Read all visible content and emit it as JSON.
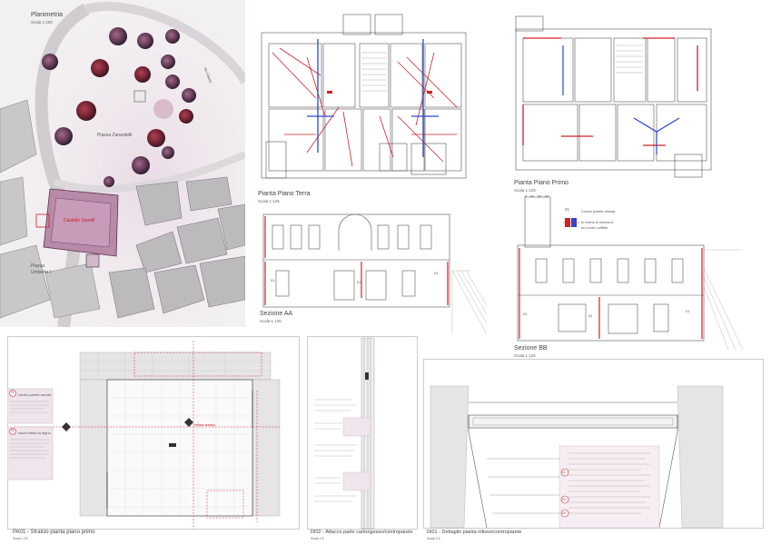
{
  "site_plan": {
    "title": "Planimetria",
    "scale": "Scala 1:200",
    "labels": {
      "square_main": "Piazza Zanardelli",
      "castle": "Castello Savelli",
      "square_2_line1": "Piazza",
      "square_2_line2": "Umberto I",
      "street": "via Liberta"
    }
  },
  "ground_floor": {
    "title": "Pianta Piano Terra",
    "scale": "Scala 1:125"
  },
  "first_floor": {
    "title": "Pianta Piano Primo",
    "scale": "Scala 1:125"
  },
  "legend": {
    "item1_code": "01",
    "item1_text": "Contro parete areata",
    "item2_text_line1": "In forma di chiodo a",
    "item2_text_line2": "su contro soffitto"
  },
  "section_aa": {
    "title": "Sezione AA",
    "scale": "Scala 1:125",
    "tags": [
      "01",
      "01",
      "01"
    ]
  },
  "section_bb": {
    "title": "Sezione BB",
    "scale": "Scala 1:125",
    "tags": [
      "01",
      "01",
      "01"
    ]
  },
  "detail_pa01": {
    "title": "PA01 - Stralcio pianta piano primo",
    "scale": "Scala 1:25",
    "note1_code": "01",
    "note1_title": "contro parete areata",
    "note2_code": "02",
    "note2_title": "suoni infissi in legno",
    "center_label": "Infissi areata"
  },
  "detail_di02": {
    "title": "DI02 - Attacco parte cartongesso/controparete",
    "scale": "Scala 1:5"
  },
  "detail_di01": {
    "title": "DI01 - Dettaglio pianta infisso/controparete",
    "scale": "Scala 1:5",
    "tags": [
      "01",
      "02",
      "03"
    ]
  }
}
